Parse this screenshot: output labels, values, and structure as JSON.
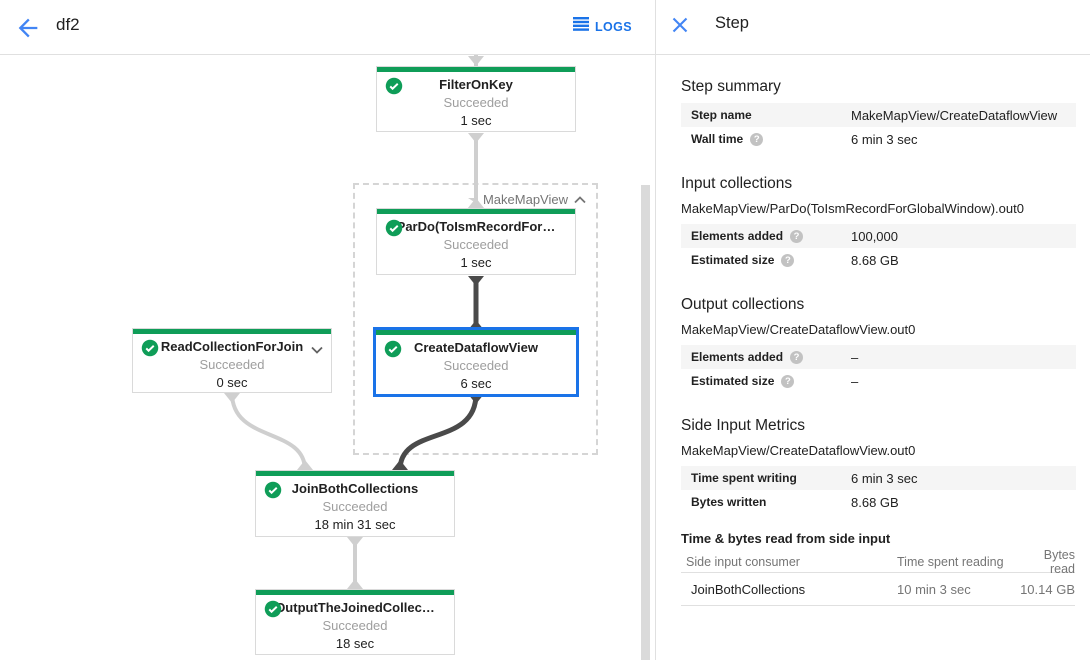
{
  "header": {
    "title": "df2",
    "logs_label": "LOGS"
  },
  "panel": {
    "title": "Step",
    "step_summary": {
      "heading": "Step summary",
      "rows": [
        {
          "label": "Step name",
          "value": "MakeMapView/CreateDataflowView"
        },
        {
          "label": "Wall time",
          "value": "6 min 3 sec"
        }
      ]
    },
    "input_collections": {
      "heading": "Input collections",
      "collection": "MakeMapView/ParDo(ToIsmRecordForGlobalWindow).out0",
      "rows": [
        {
          "label": "Elements added",
          "value": "100,000"
        },
        {
          "label": "Estimated size",
          "value": "8.68 GB"
        }
      ]
    },
    "output_collections": {
      "heading": "Output collections",
      "collection": "MakeMapView/CreateDataflowView.out0",
      "rows": [
        {
          "label": "Elements added",
          "value": "–"
        },
        {
          "label": "Estimated size",
          "value": "–"
        }
      ]
    },
    "side_input_metrics": {
      "heading": "Side Input Metrics",
      "collection": "MakeMapView/CreateDataflowView.out0",
      "rows": [
        {
          "label": "Time spent writing",
          "value": "6 min 3 sec"
        },
        {
          "label": "Bytes written",
          "value": "8.68 GB"
        }
      ]
    },
    "side_input_table": {
      "heading": "Time & bytes read from side input",
      "columns": [
        "Side input consumer",
        "Time spent reading",
        "Bytes read"
      ],
      "rows": [
        {
          "consumer": "JoinBothCollections",
          "time": "10 min 3 sec",
          "bytes": "10.14 GB"
        }
      ]
    }
  },
  "graph": {
    "group_label": "MakeMapView",
    "nodes": [
      {
        "title": "FilterOnKey",
        "status": "Succeeded",
        "time": "1 sec"
      },
      {
        "title": "ParDo(ToIsmRecordFor…",
        "status": "Succeeded",
        "time": "1 sec"
      },
      {
        "title": "CreateDataflowView",
        "status": "Succeeded",
        "time": "6 sec"
      },
      {
        "title": "ReadCollectionForJoin",
        "status": "Succeeded",
        "time": "0 sec"
      },
      {
        "title": "JoinBothCollections",
        "status": "Succeeded",
        "time": "18 min 31 sec"
      },
      {
        "title": "OutputTheJoinedCollec…",
        "status": "Succeeded",
        "time": "18 sec"
      }
    ]
  },
  "icons": {
    "help_glyph": "?"
  },
  "colors": {
    "success_green": "#0f9d58",
    "selection_blue": "#1a73e8",
    "icon_blue": "#4285f4",
    "edge_light": "#cfcfcf",
    "edge_dark": "#4a4a4a",
    "row_shade": "#f5f5f5",
    "status_gray": "#9e9e9e"
  }
}
